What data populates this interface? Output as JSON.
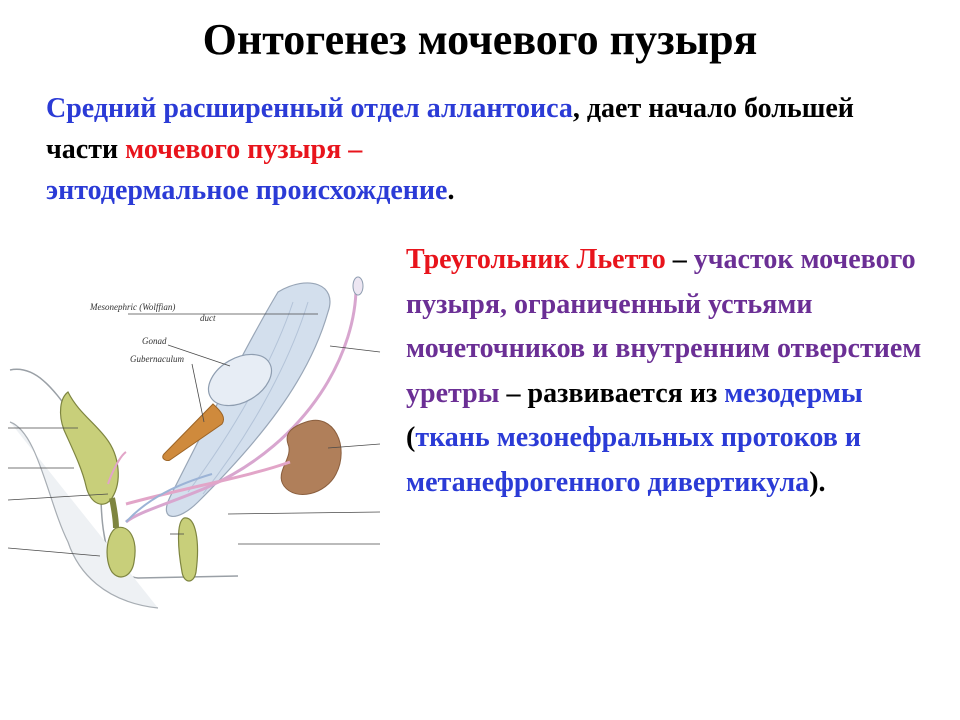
{
  "title": "Онтогенез мочевого пузыря",
  "intro": {
    "p1": "Средний расширенный отдел аллантоиса",
    "p2": ", дает начало большей части ",
    "p3": "мочевого пузыря –",
    "p4": "энтодермальное происхождение",
    "p5": "."
  },
  "trigone": {
    "p1": "Треугольник Льетто",
    "p2": " –",
    "p3": "участок мочевого пузыря, ограниченный устьями мочеточников и внутренним отверстием уретры",
    "p4": " – развивается из ",
    "p5": "мезодермы",
    "p6": "(",
    "p7": "ткань мезонефральных протоков и метанефрогенного дивертикула",
    "p8": ")."
  },
  "figure": {
    "labels": {
      "mesonephric_1": "Mesonephric (Wolffian)",
      "mesonephric_2": "duct",
      "gonad": "Gonad",
      "gubernaculum": "Gubernaculum"
    },
    "colors": {
      "bladder": "#c8cf7a",
      "duct": "#d8a6cf",
      "kidney": "#b07f5a",
      "gonad": "#e7edf5",
      "gubernaculum": "#cf8a3c",
      "mesonephros": "#cfdcec"
    }
  }
}
